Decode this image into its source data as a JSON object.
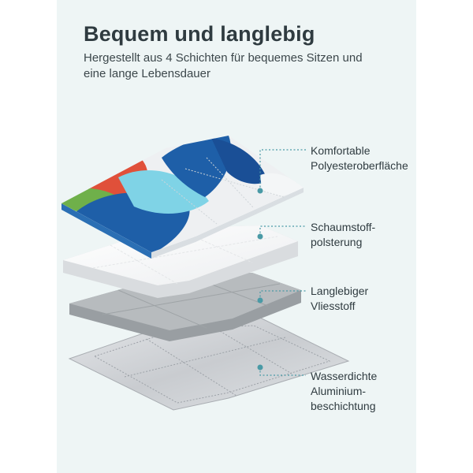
{
  "title": "Bequem und langlebig",
  "subtitle_lines": [
    "Hergestellt aus 4 Schichten für bequemes Sitzen und",
    "eine lange Lebensdauer"
  ],
  "callouts": [
    {
      "lines": [
        "Komfortable",
        "Polyesteroberfläche"
      ]
    },
    {
      "lines": [
        "Schaumstoff-",
        "polsterung"
      ]
    },
    {
      "lines": [
        "Langlebiger",
        "Vliesstoff"
      ]
    },
    {
      "lines": [
        "Wasserdichte",
        "Aluminium-",
        "beschichtung"
      ]
    }
  ],
  "colors": {
    "background_panel": "#eef5f5",
    "callout_line": "#4a9aa6",
    "text_dark": "#2f3b40",
    "fabric_blue": "#1e5fa8",
    "fabric_aqua": "#7fd3e6",
    "fabric_red": "#e0503a",
    "fabric_green": "#6fb04a",
    "foam_white": "#f6f7f8",
    "fleece_gray": "#b8bcbf",
    "aluminium_silver": "#d5d8dc"
  }
}
